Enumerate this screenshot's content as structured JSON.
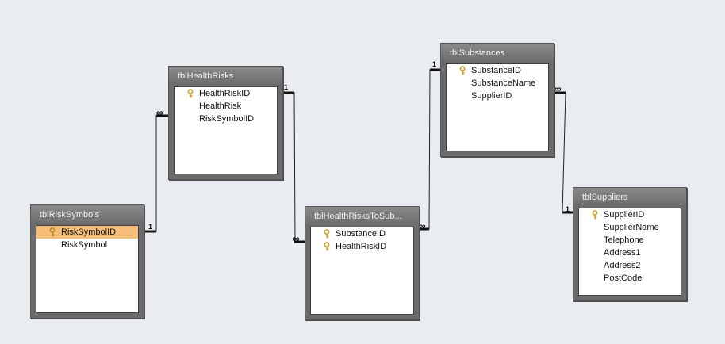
{
  "tables": {
    "risk_symbols": {
      "title": "tblRiskSymbols",
      "fields": [
        {
          "name": "RiskSymbolID",
          "key": true,
          "selected": true
        },
        {
          "name": "RiskSymbol",
          "key": false
        }
      ]
    },
    "health_risks": {
      "title": "tblHealthRisks",
      "fields": [
        {
          "name": "HealthRiskID",
          "key": true
        },
        {
          "name": "HealthRisk",
          "key": false
        },
        {
          "name": "RiskSymbolID",
          "key": false
        }
      ]
    },
    "health_risks_to_substances": {
      "title": "tblHealthRisksToSub...",
      "fields": [
        {
          "name": "SubstanceID",
          "key": true
        },
        {
          "name": "HealthRiskID",
          "key": true
        }
      ]
    },
    "substances": {
      "title": "tblSubstances",
      "fields": [
        {
          "name": "SubstanceID",
          "key": true
        },
        {
          "name": "SubstanceName",
          "key": false
        },
        {
          "name": "SupplierID",
          "key": false
        }
      ]
    },
    "suppliers": {
      "title": "tblSuppliers",
      "fields": [
        {
          "name": "SupplierID",
          "key": true
        },
        {
          "name": "SupplierName",
          "key": false
        },
        {
          "name": "Telephone",
          "key": false
        },
        {
          "name": "Address1",
          "key": false
        },
        {
          "name": "Address2",
          "key": false
        },
        {
          "name": "PostCode",
          "key": false
        }
      ]
    }
  },
  "relationship_labels": {
    "one": "1",
    "many": "∞"
  },
  "colors": {
    "background": "#e9ecf0",
    "table_frame": "#6b6b6b",
    "selected_field": "#f6be7a",
    "key_icon": "#c9a227"
  },
  "icons": {
    "key": "key-icon"
  }
}
